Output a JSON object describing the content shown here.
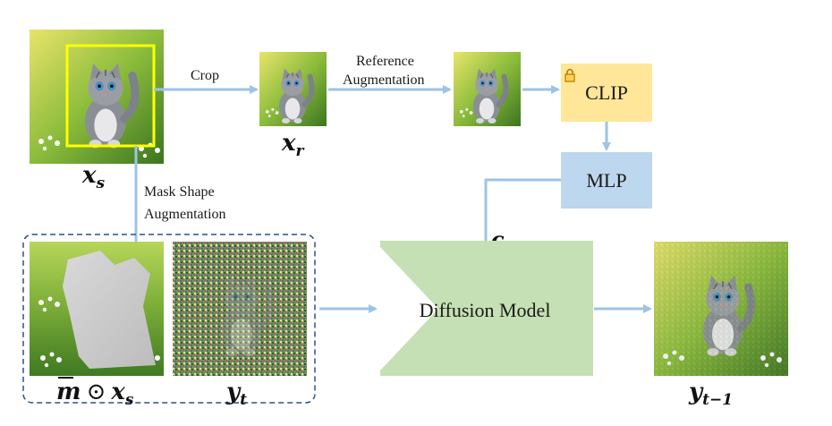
{
  "labels": {
    "crop": "Crop",
    "ref_aug_line1": "Reference",
    "ref_aug_line2": "Augmentation",
    "mask_aug_line1": "Mask Shape",
    "mask_aug_line2": "Augmentation",
    "clip": "CLIP",
    "mlp": "MLP",
    "diffusion": "Diffusion Model"
  },
  "math": {
    "xs": "𝒙",
    "xs_sub": "s",
    "xr": "𝒙",
    "xr_sub": "r",
    "c": "𝒄",
    "masked_m": "𝒎",
    "masked_op": "⊙",
    "masked_x": "𝒙",
    "masked_sub": "s",
    "yt": "𝒚",
    "yt_sub": "t",
    "yt1": "𝒚",
    "yt1_sub": "t−1"
  },
  "colors": {
    "arrow": "#9dc3e6",
    "clip_box": "#ffe699",
    "mlp_box": "#bdd7ee",
    "diffusion": "#c5e0b4",
    "crop_box": "#ffff00",
    "dashed_border": "#2f4f8f"
  },
  "icons": {
    "lock": "lock-icon"
  }
}
